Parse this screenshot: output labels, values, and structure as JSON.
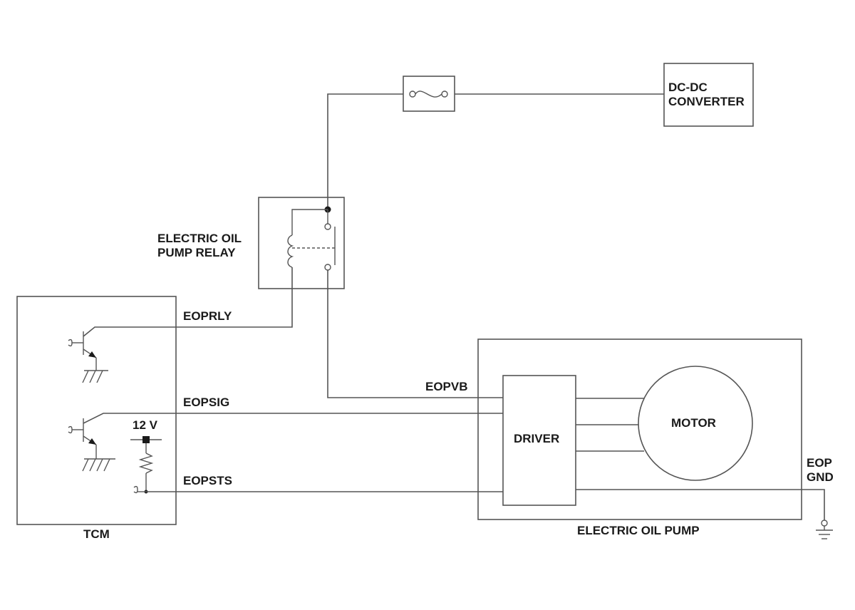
{
  "components": {
    "dcdc": {
      "line1": "DC-DC",
      "line2": "CONVERTER"
    },
    "relay": {
      "line1": "ELECTRIC OIL",
      "line2": "PUMP RELAY"
    },
    "tcm": {
      "label": "TCM"
    },
    "pump": {
      "label": "ELECTRIC OIL PUMP"
    },
    "driver": {
      "label": "DRIVER"
    },
    "motor": {
      "label": "MOTOR"
    }
  },
  "signals": {
    "eoprly": "EOPRLY",
    "eopsig": "EOPSIG",
    "eopsts": "EOPSTS",
    "eopvb": "EOPVB",
    "eop_gnd_line1": "EOP",
    "eop_gnd_line2": "GND",
    "supply_voltage": "12 V"
  }
}
